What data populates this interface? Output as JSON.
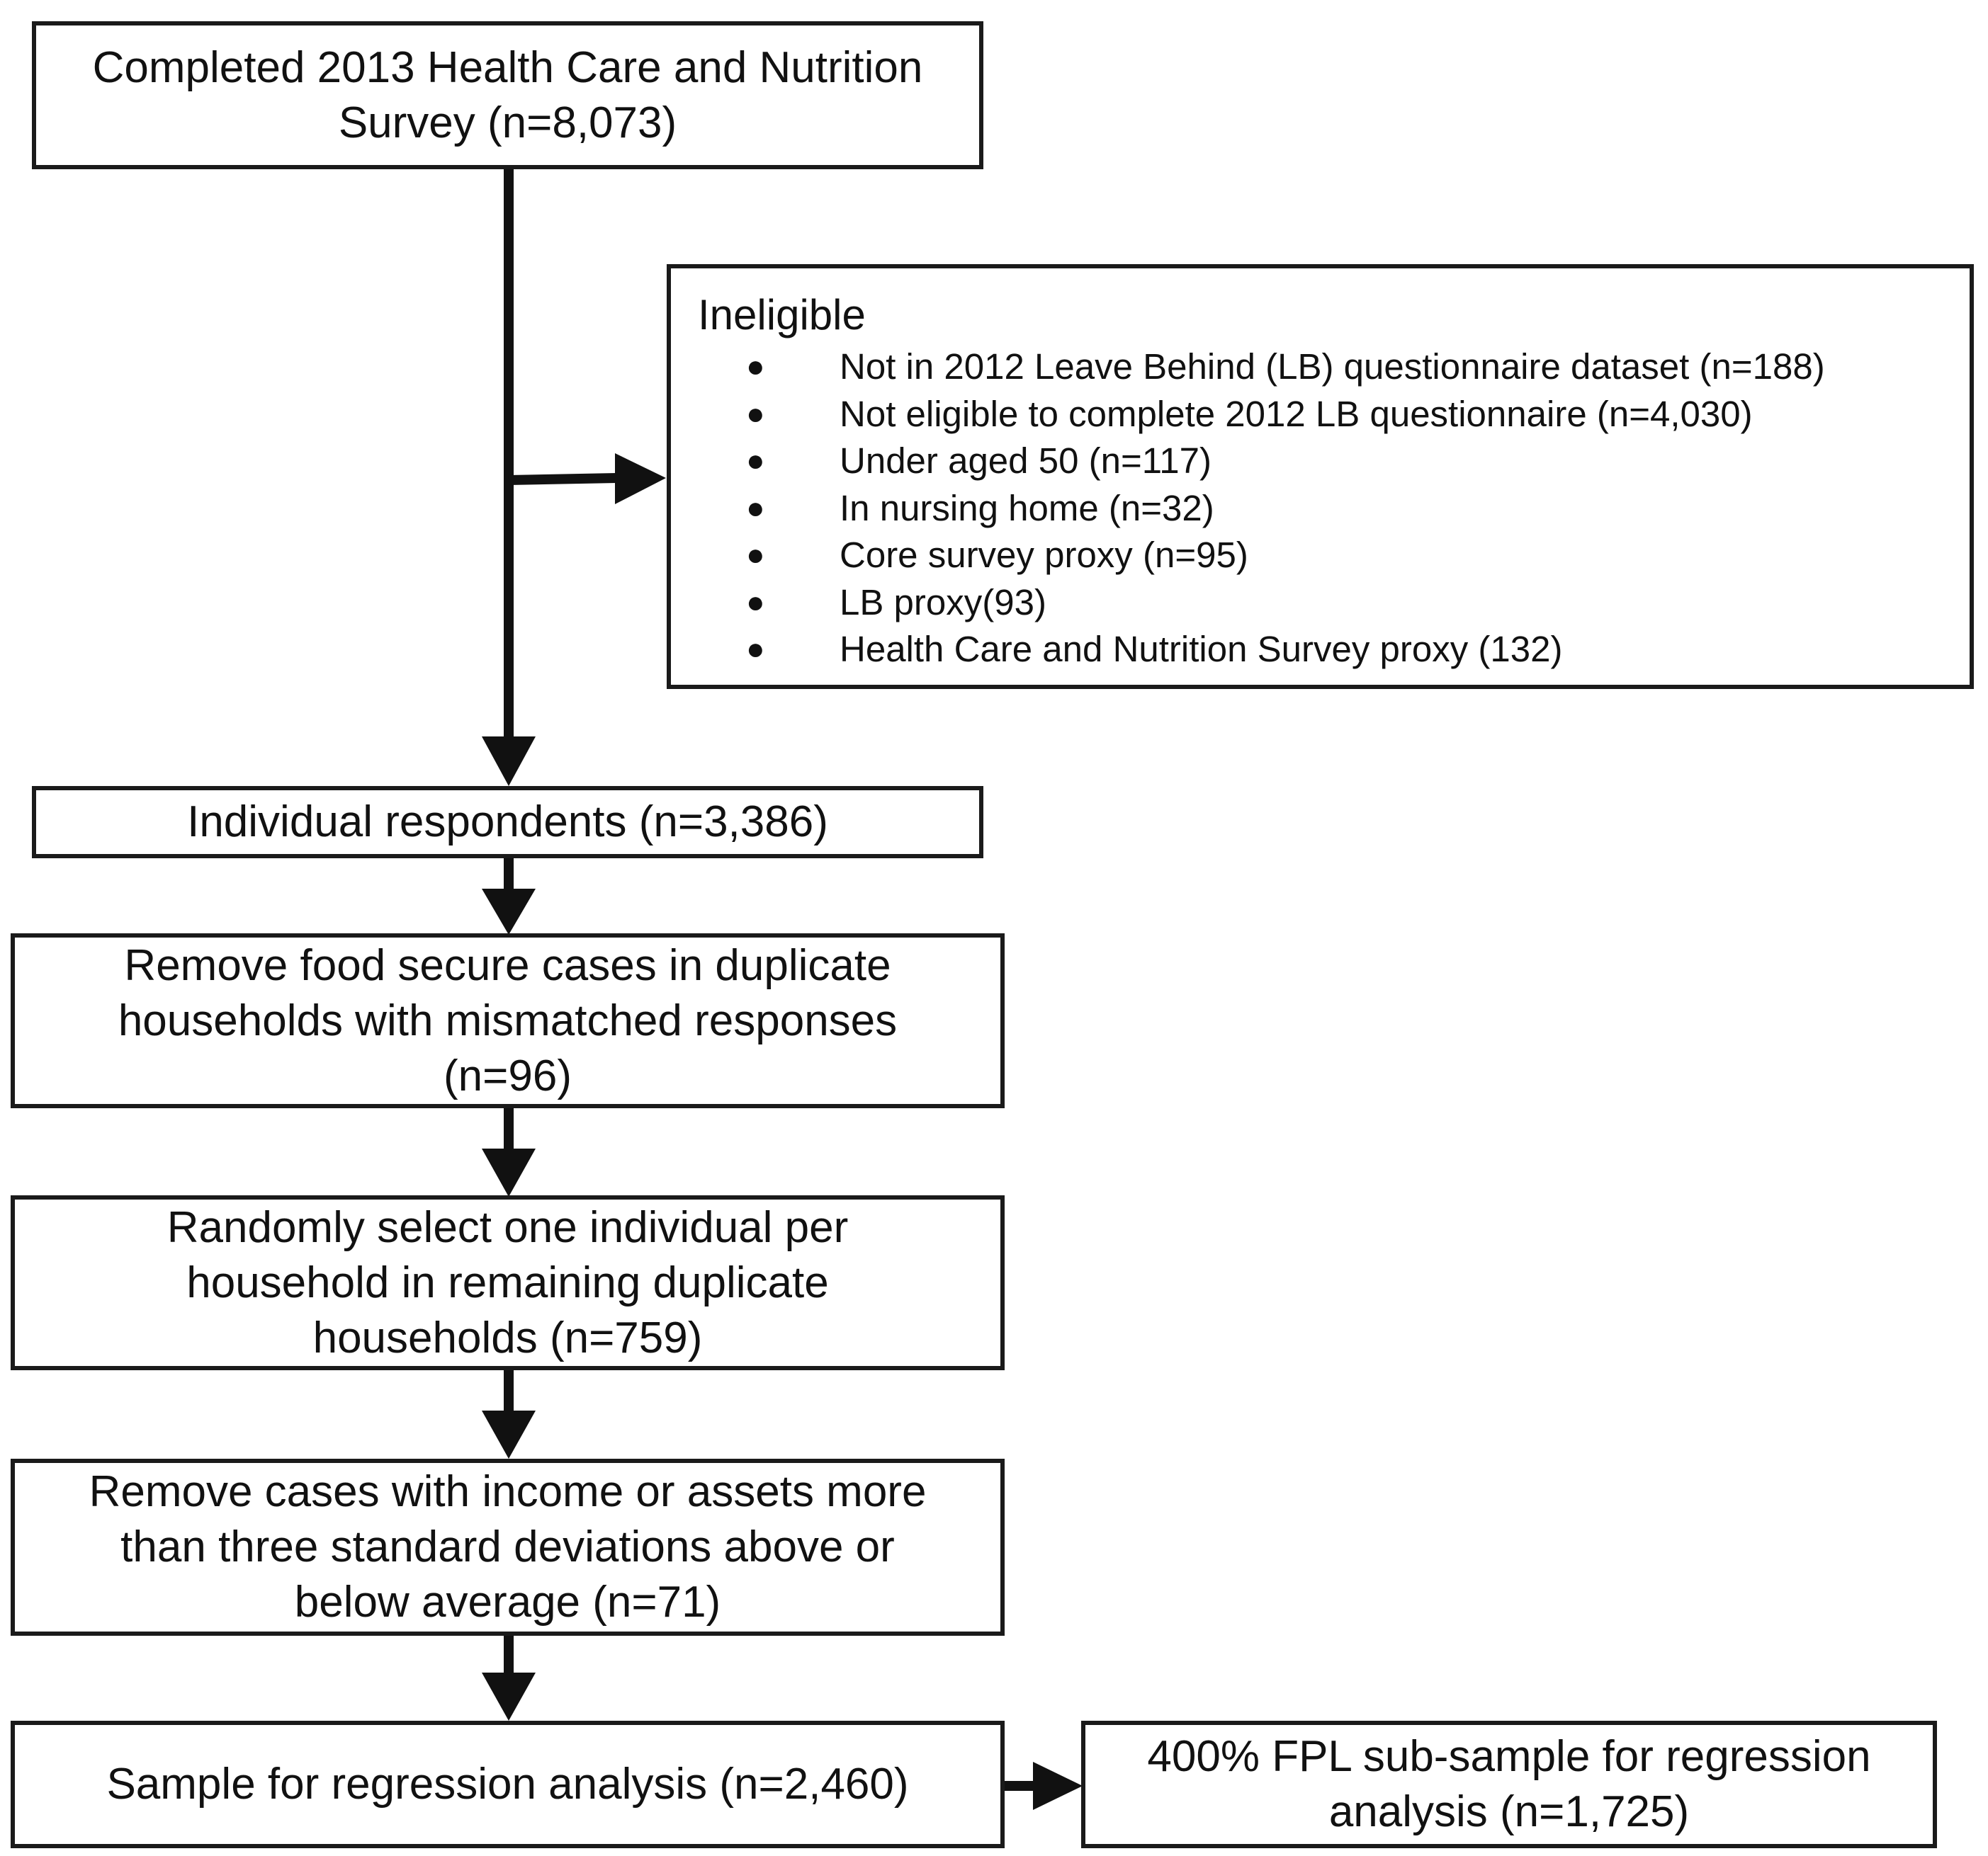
{
  "flow": {
    "start": {
      "line1": "Completed 2013 Health Care and Nutrition",
      "line2": "Survey (n=8,073)"
    },
    "ineligible": {
      "title": "Ineligible",
      "items": [
        "Not in 2012 Leave Behind (LB) questionnaire dataset (n=188)",
        "Not eligible to complete 2012 LB questionnaire (n=4,030)",
        "Under aged 50 (n=117)",
        "In nursing home (n=32)",
        "Core survey proxy (n=95)",
        "LB proxy(93)",
        "Health Care and Nutrition Survey proxy (132)"
      ]
    },
    "individual": {
      "line1": "Individual respondents (n=3,386)"
    },
    "remove_food": {
      "line1": "Remove food secure cases in duplicate",
      "line2": "households with mismatched responses",
      "line3": "(n=96)"
    },
    "random_select": {
      "line1": "Randomly select one individual per",
      "line2": "household in remaining duplicate",
      "line3": "households (n=759)"
    },
    "remove_income": {
      "line1": "Remove cases with income or assets more",
      "line2": "than three standard deviations above or",
      "line3": "below average (n=71)"
    },
    "sample": {
      "line1": "Sample for regression analysis (n=2,460)"
    },
    "fpl": {
      "line1": "400% FPL sub-sample for regression",
      "line2": "analysis (n=1,725)"
    }
  }
}
